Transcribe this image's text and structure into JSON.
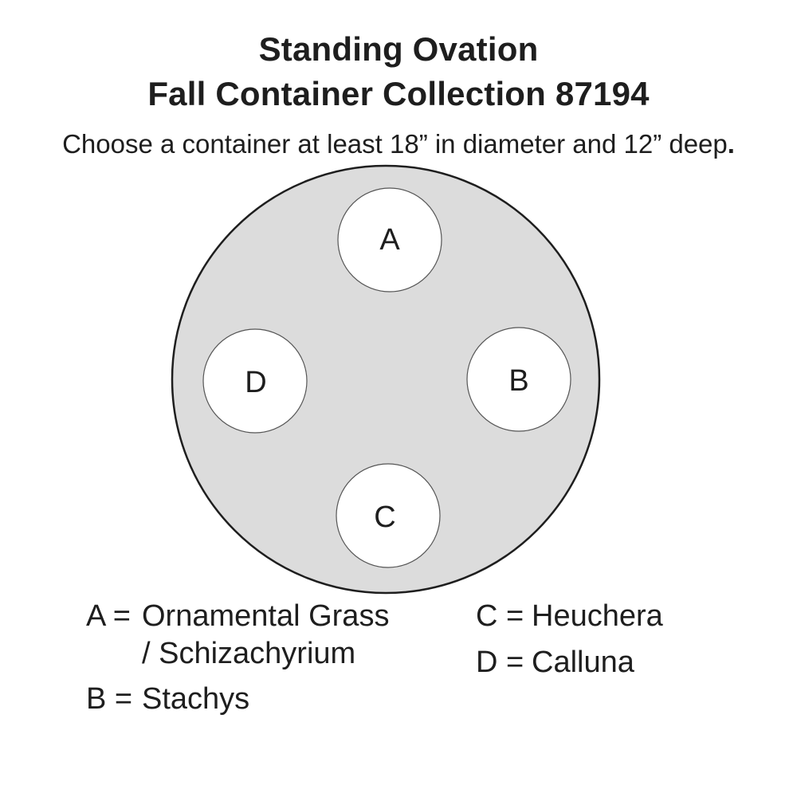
{
  "header": {
    "title_line1": "Standing Ovation",
    "title_line2": "Fall Container Collection 87194",
    "subtitle": "Choose a container at least 18” in diameter and 12” deep",
    "subtitle_end": "."
  },
  "diagram": {
    "container": {
      "fill": "#dcdcdc",
      "stroke": "#1e1e1e"
    },
    "positions": [
      {
        "label": "A"
      },
      {
        "label": "B"
      },
      {
        "label": "C"
      },
      {
        "label": "D"
      }
    ]
  },
  "legend": [
    {
      "key": "A =",
      "line1": "Ornamental Grass",
      "line2": "/ Schizachyrium"
    },
    {
      "key": "B =",
      "line1": "Stachys"
    },
    {
      "key": "C =",
      "line1": "Heuchera"
    },
    {
      "key": "D =",
      "line1": "Calluna"
    }
  ]
}
